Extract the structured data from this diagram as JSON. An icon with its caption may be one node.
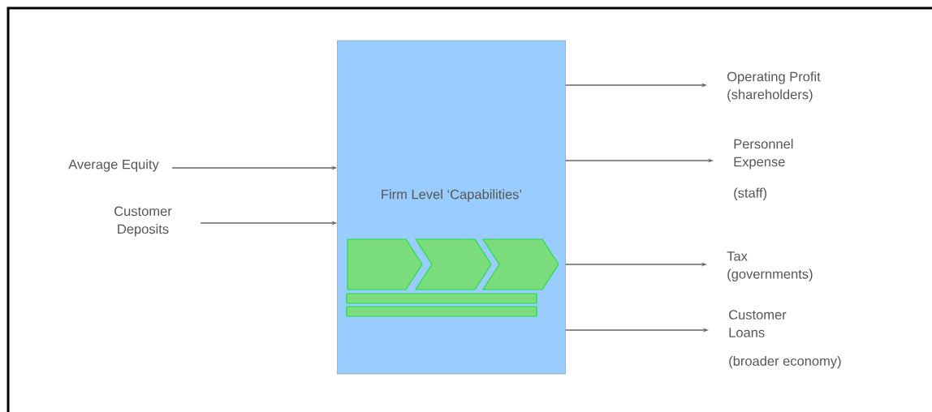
{
  "diagram": {
    "nodes": [
      {
        "text": [
          "Firm Level ‘Capabilities’"
        ]
      },
      {
        "text": [
          "Average Equity"
        ]
      },
      {
        "text": [
          "Customer Deposits"
        ]
      },
      {
        "text": [
          "Operating Profit",
          "(shareholders)"
        ]
      },
      {
        "text": [
          "Personnel Expense",
          "(staff)"
        ]
      },
      {
        "text": [
          "Tax",
          "(governments)"
        ]
      },
      {
        "text": [
          "Customer Loans",
          "(broader economy)"
        ]
      }
    ],
    "edges": [
      {
        "from": 1,
        "to": 0,
        "arrow": "to"
      },
      {
        "from": 2,
        "to": 0,
        "arrow": "to"
      },
      {
        "from": 0,
        "to": 3,
        "arrow": "to"
      },
      {
        "from": 0,
        "to": 4,
        "arrow": "to"
      },
      {
        "from": 0,
        "to": 5,
        "arrow": "to"
      },
      {
        "from": 0,
        "to": 6,
        "arrow": "to"
      }
    ]
  }
}
